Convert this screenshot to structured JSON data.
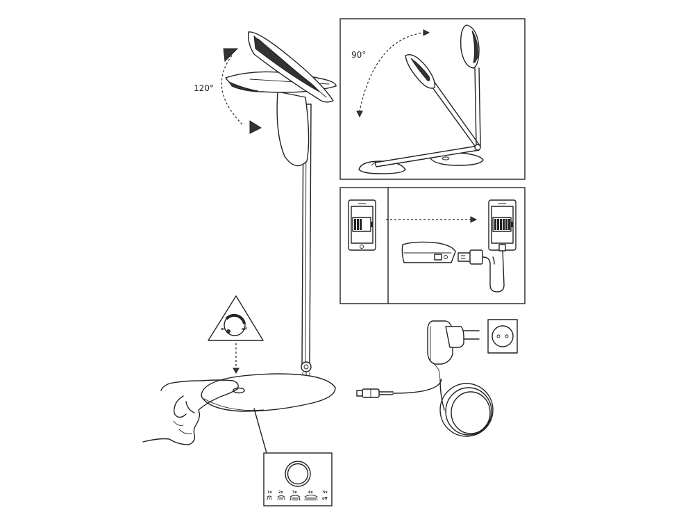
{
  "tilt_angle_label": "120°",
  "arm_angle_label": "90°",
  "touch_switch": {
    "on_label": "on",
    "off_label": "off"
  },
  "brightness_levels": [
    {
      "label": "1x"
    },
    {
      "label": "2x"
    },
    {
      "label": "3x"
    },
    {
      "label": "4x"
    },
    {
      "label": "5x",
      "state": "off"
    }
  ],
  "colors": {
    "line": "#222222",
    "background": "#ffffff"
  }
}
